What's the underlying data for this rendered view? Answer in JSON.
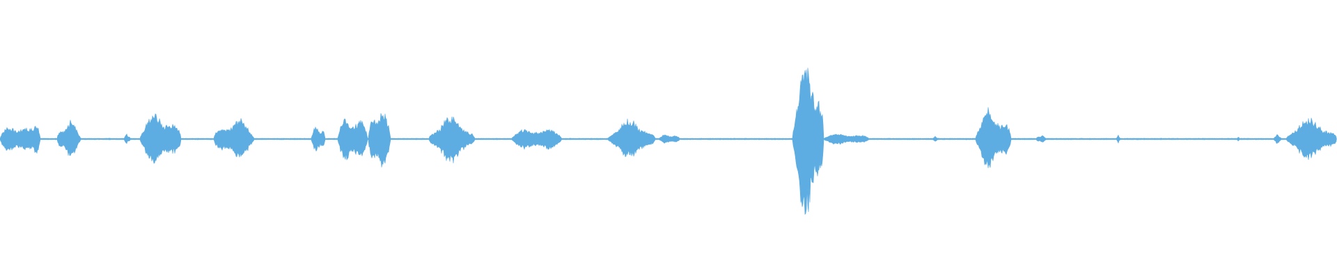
{
  "waveform": {
    "color": "#5dade2",
    "background": "#ffffff",
    "duration_fraction_segments": [
      {
        "start": 0.0,
        "end": 0.024,
        "amp": 0.18
      },
      {
        "start": 0.021,
        "end": 0.03,
        "amp": 0.22
      },
      {
        "start": 0.043,
        "end": 0.06,
        "amp": 0.22
      },
      {
        "start": 0.093,
        "end": 0.097,
        "amp": 0.06
      },
      {
        "start": 0.105,
        "end": 0.135,
        "amp": 0.32
      },
      {
        "start": 0.16,
        "end": 0.19,
        "amp": 0.24
      },
      {
        "start": 0.233,
        "end": 0.243,
        "amp": 0.16
      },
      {
        "start": 0.253,
        "end": 0.275,
        "amp": 0.3
      },
      {
        "start": 0.276,
        "end": 0.292,
        "amp": 0.39
      },
      {
        "start": 0.321,
        "end": 0.355,
        "amp": 0.26
      },
      {
        "start": 0.383,
        "end": 0.42,
        "amp": 0.15
      },
      {
        "start": 0.455,
        "end": 0.49,
        "amp": 0.22
      },
      {
        "start": 0.493,
        "end": 0.508,
        "amp": 0.06
      },
      {
        "start": 0.593,
        "end": 0.616,
        "amp": 0.98
      },
      {
        "start": 0.616,
        "end": 0.65,
        "amp": 0.07
      },
      {
        "start": 0.697,
        "end": 0.702,
        "amp": 0.03
      },
      {
        "start": 0.73,
        "end": 0.756,
        "amp": 0.36
      },
      {
        "start": 0.775,
        "end": 0.782,
        "amp": 0.05
      },
      {
        "start": 0.835,
        "end": 0.838,
        "amp": 0.05
      },
      {
        "start": 0.925,
        "end": 0.927,
        "amp": 0.03
      },
      {
        "start": 0.953,
        "end": 0.958,
        "amp": 0.06
      },
      {
        "start": 0.962,
        "end": 1.0,
        "amp": 0.24
      }
    ],
    "baseline_amp": 0.006
  }
}
